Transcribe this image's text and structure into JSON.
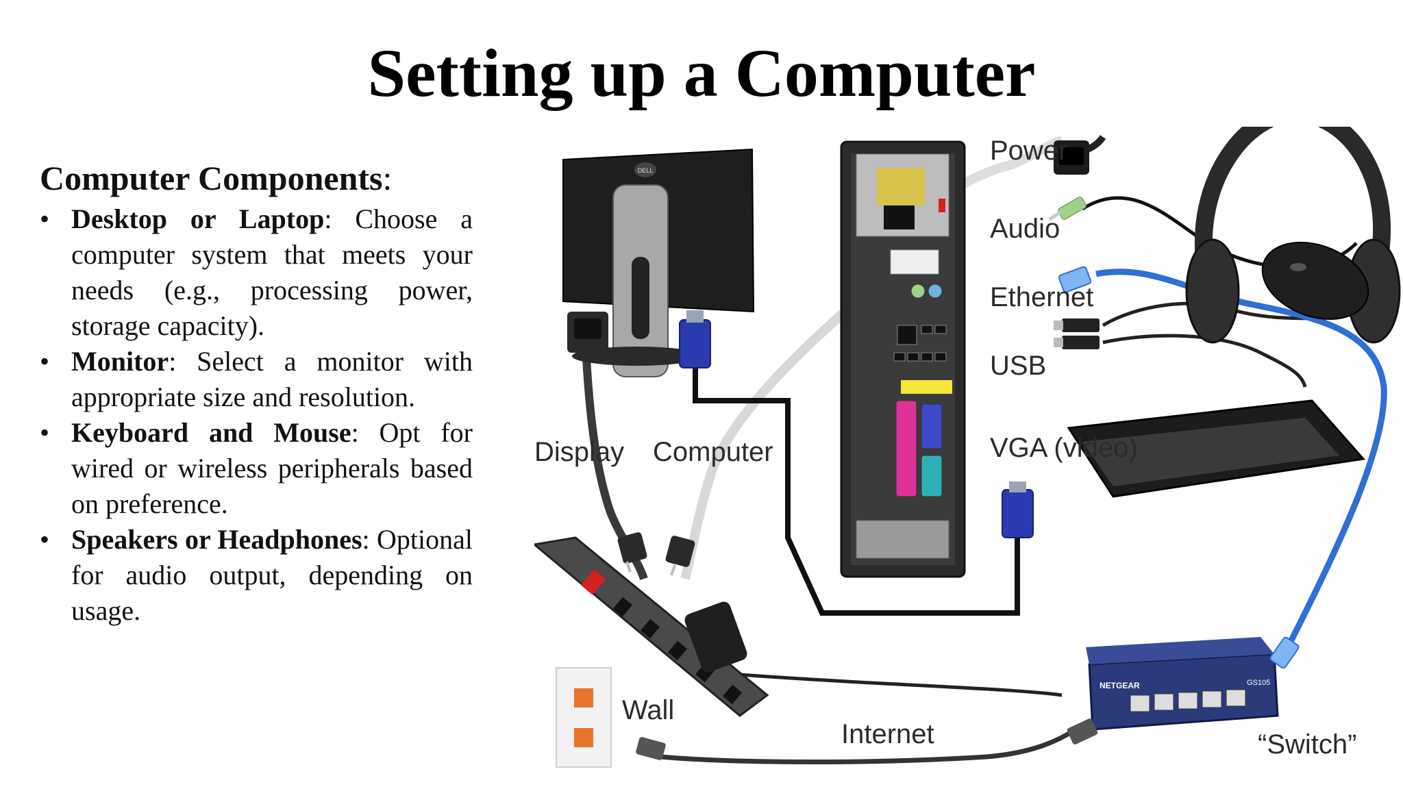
{
  "slide": {
    "title": "Setting up a Computer"
  },
  "components": {
    "heading": "Computer Components",
    "heading_suffix": ":",
    "items": [
      {
        "term": "Desktop or Laptop",
        "text": ": Choose a computer system that meets your needs (e.g., processing power, storage capacity)."
      },
      {
        "term": "Monitor",
        "text": ": Select a monitor with appropriate size and resolution."
      },
      {
        "term": "Keyboard and Mouse",
        "text": ": Opt for wired or wireless peripherals based on preference."
      },
      {
        "term": "Speakers or Headphones",
        "text": ": Optional for audio output, depending on usage."
      }
    ]
  },
  "diagram": {
    "labels": {
      "power": "Power",
      "audio": "Audio",
      "ethernet": "Ethernet",
      "usb": "USB",
      "vga": "VGA (video)",
      "display": "Display",
      "computer": "Computer",
      "wall": "Wall",
      "internet": "Internet",
      "switch": "“Switch”"
    },
    "device_text": {
      "monitor_brand": "DELL",
      "switch_brand": "NETGEAR",
      "switch_model": "GS105"
    },
    "colors": {
      "ethernet_cable": "#2f6fd6",
      "vga_connector": "#2a3bb0",
      "audio_jack": "#9fd18a",
      "power_switch": "#d62020",
      "wall_jack": "#e8742a"
    }
  }
}
